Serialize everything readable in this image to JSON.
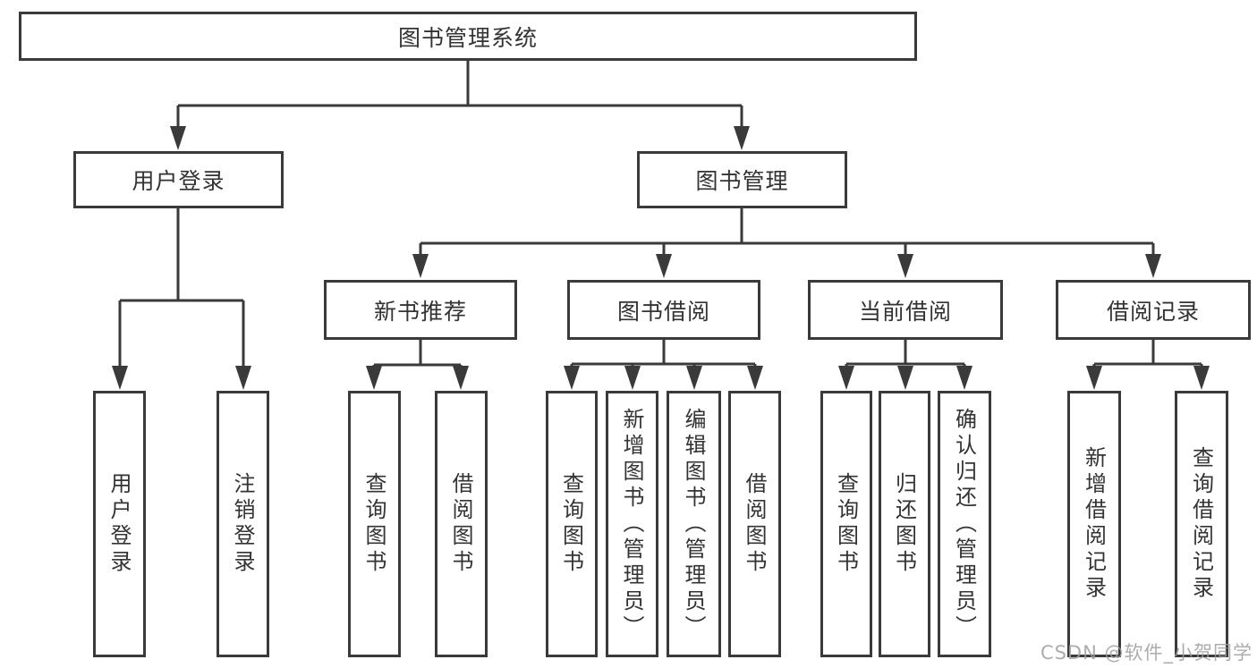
{
  "diagram": {
    "root": {
      "label": "图书管理系统"
    },
    "level1": [
      {
        "label": "用户登录"
      },
      {
        "label": "图书管理"
      }
    ],
    "level2": [
      {
        "label": "新书推荐"
      },
      {
        "label": "图书借阅"
      },
      {
        "label": "当前借阅"
      },
      {
        "label": "借阅记录"
      }
    ],
    "leaves": [
      {
        "label": "用户登录"
      },
      {
        "label": "注销登录"
      },
      {
        "label": "查询图书"
      },
      {
        "label": "借阅图书"
      },
      {
        "label": "查询图书"
      },
      {
        "label": "新增图书（管理员）"
      },
      {
        "label": "编辑图书（管理员）"
      },
      {
        "label": "借阅图书"
      },
      {
        "label": "查询图书"
      },
      {
        "label": "归还图书"
      },
      {
        "label": "确认归还（管理员）"
      },
      {
        "label": "新增借阅记录"
      },
      {
        "label": "查询借阅记录"
      }
    ],
    "watermark": "CSDN @软件_小贺同学",
    "colors": {
      "line": "#3a3a3a",
      "text": "#333333",
      "watermark": "#9e9e9e",
      "background": "#ffffff"
    }
  }
}
